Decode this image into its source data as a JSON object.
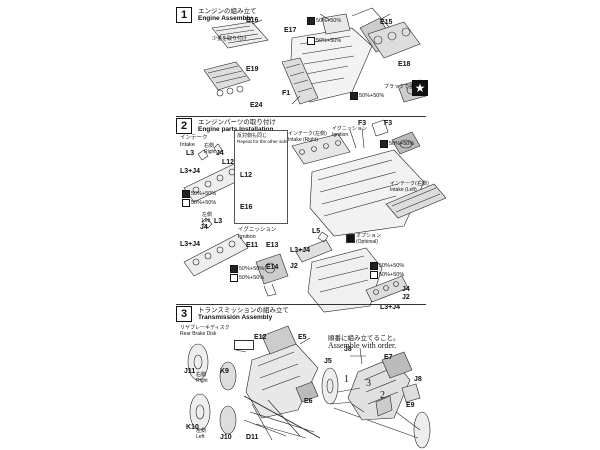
{
  "steps": [
    {
      "number": "1",
      "title_jp": "エンジンの組み立て",
      "title_en": "Engine Assembly"
    },
    {
      "number": "2",
      "title_jp": "エンジンパーツの取り付け",
      "title_en": "Engine parts Installation"
    },
    {
      "number": "3",
      "title_jp": "トランスミッションの組み立て",
      "title_en": "Transmission Assembly"
    }
  ],
  "step1": {
    "labels": [
      "E16",
      "E17",
      "E15",
      "E19",
      "E24",
      "E18",
      "F1"
    ],
    "note_small": "少量を取り付け",
    "paint_notes": [
      "50%+50%",
      "50%+50%",
      "50%+50%"
    ],
    "decal_note": "ブラックで塗装",
    "star": "★"
  },
  "step2": {
    "intake_jp": "インテーク",
    "intake_en": "Intake",
    "intake_left": "インテーク(左側)",
    "intake_right": "インテーク(右側)",
    "intake_right_en": "Intake (Right)",
    "intake_left_en": "Intake (Left)",
    "ignition_jp": "イグニッション",
    "ignition_en": "Ignition",
    "repeat_jp": "反対側も同じ",
    "repeat_en": "Repeat for the other side",
    "labels_left": [
      "L3",
      "J4",
      "L12",
      "L3+J4",
      "J4",
      "L3",
      "L3+J4"
    ],
    "labels_center": [
      "L12",
      "E16",
      "E11",
      "E13",
      "E14",
      "L5",
      "L3+J4"
    ],
    "labels_right": [
      "F3",
      "F3",
      "J2",
      "J2",
      "J4",
      "L3+J4"
    ],
    "small_tags": [
      "右側",
      "Right",
      "左側",
      "Left"
    ],
    "paint_notes": [
      "50%+50%",
      "50%+50%",
      "50%+50%",
      "50%+50%",
      "50%+50%",
      "50%+50%",
      "50%+50%"
    ],
    "option_jp": "オプション",
    "option_en": "(Optional)"
  },
  "step3": {
    "rear_disk_jp": "リヤブレーキディスク",
    "rear_disk_en": "Rear Brake Disk",
    "order_jp": "順番に組み立てること。",
    "order_en": "Assemble with order.",
    "labels": [
      "J11",
      "K9",
      "K10",
      "J10",
      "E12",
      "E5",
      "E6",
      "D11",
      "J8",
      "E7",
      "J8",
      "J5",
      "E9"
    ],
    "side_tags": [
      "右側",
      "Right",
      "左側",
      "Left"
    ],
    "order_numbers": [
      "1",
      "2",
      "3"
    ]
  },
  "colors": {
    "ink": "#111111",
    "paper": "#ffffff"
  }
}
